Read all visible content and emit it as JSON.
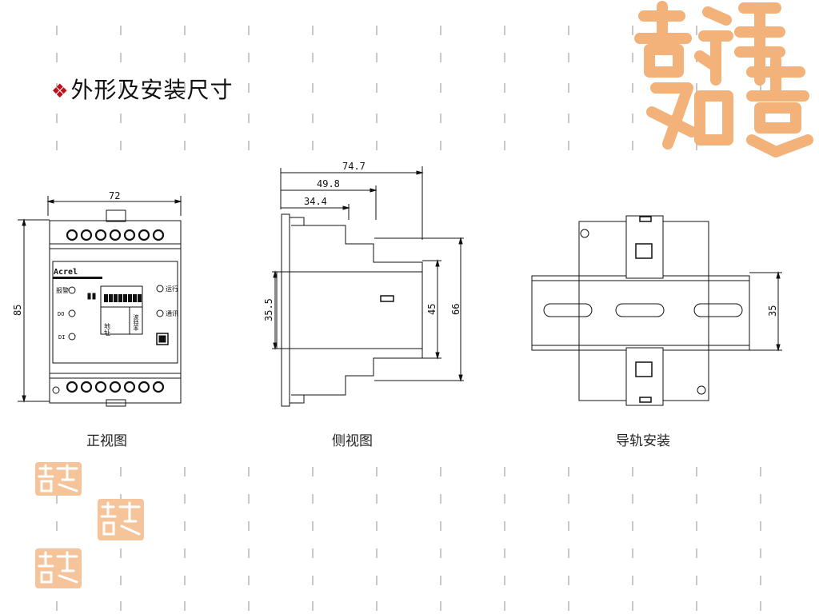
{
  "title": "外形及安装尺寸",
  "title_bullet": "❖",
  "front": {
    "caption": "正视图",
    "dim_width": "72",
    "dim_height": "85",
    "brand": "Acrel",
    "labels": {
      "alarm": "报警",
      "do": "DO",
      "di": "DI",
      "run": "运行",
      "comm": "通讯",
      "address": "地址",
      "baud": "波特率"
    }
  },
  "side": {
    "caption": "侧视图",
    "dim_total": "74.7",
    "dim_mid": "49.8",
    "dim_top": "34.4",
    "dim_left": "35.5",
    "dim_inner": "45",
    "dim_outer": "66"
  },
  "rail": {
    "caption": "导轨安装",
    "dim_height": "35"
  },
  "seal_text": "吉祥如意",
  "colors": {
    "dash": "#c8c8c8",
    "seal": "#f2b27a",
    "bullet": "#c0101a",
    "line": "#111111"
  }
}
